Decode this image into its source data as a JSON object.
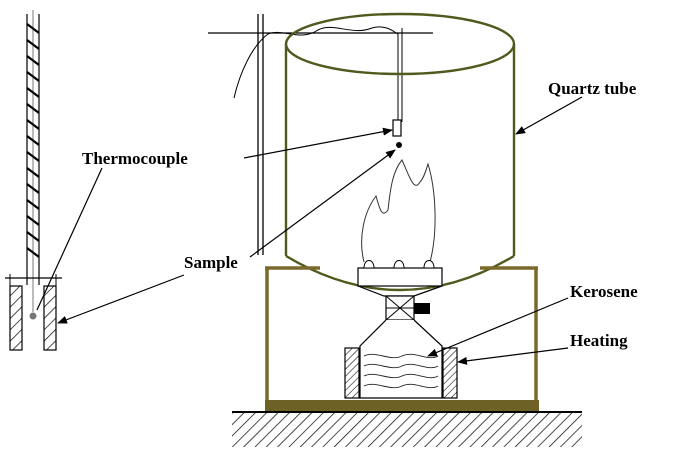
{
  "labels": {
    "quartz_tube": "Quartz tube",
    "thermocouple": "Thermocouple",
    "sample": "Sample",
    "kerosene": "Kerosene",
    "heating": "Heating"
  },
  "colors": {
    "tube": "#4f5a1e",
    "frame": "#7a6a2c",
    "base": "#6e6126",
    "line": "#000000",
    "gray": "#777777"
  }
}
